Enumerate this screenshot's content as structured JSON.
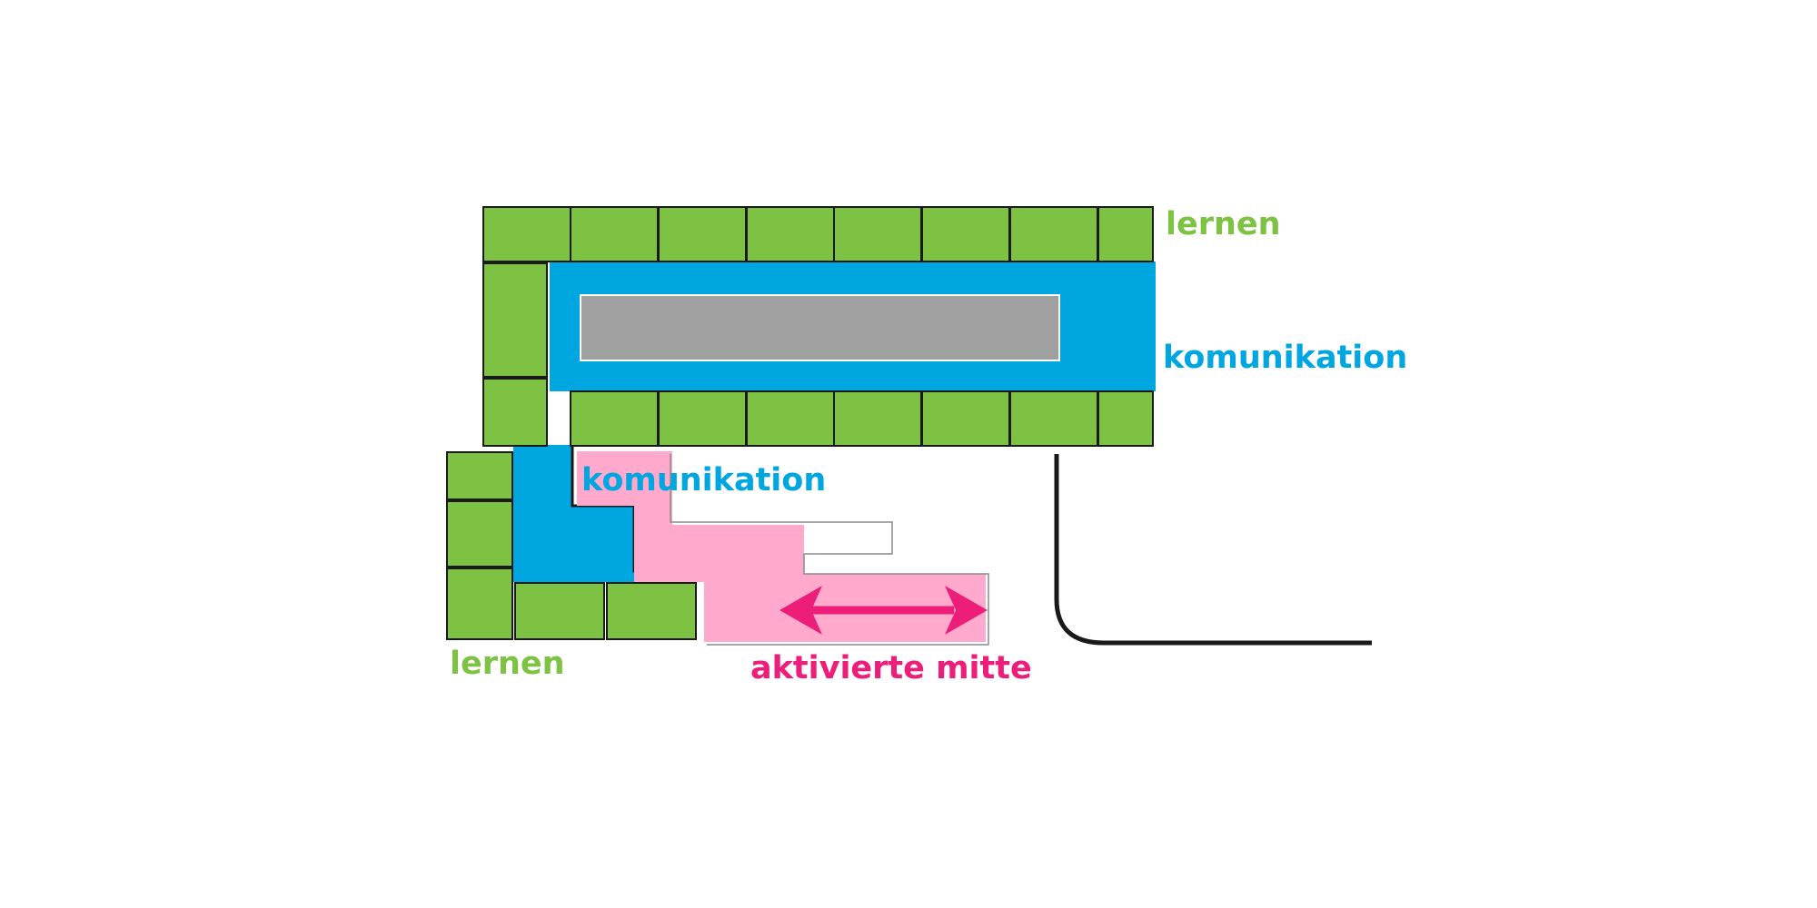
{
  "labels": {
    "lernen_top": "lernen",
    "komunikation_right": "komunikation",
    "komunikation_middle": "komunikation",
    "lernen_bottom": "lernen",
    "aktivierte_mitte": "aktivierte mitte"
  },
  "colors": {
    "lernen": "#7dc242",
    "komunikation": "#00a6e0",
    "aktivierte_mitte_fill": "#ffaacd",
    "aktivierte_mitte_text": "#ec1e79",
    "core": "#a0a0a0",
    "outline": "#1a1a1a"
  }
}
